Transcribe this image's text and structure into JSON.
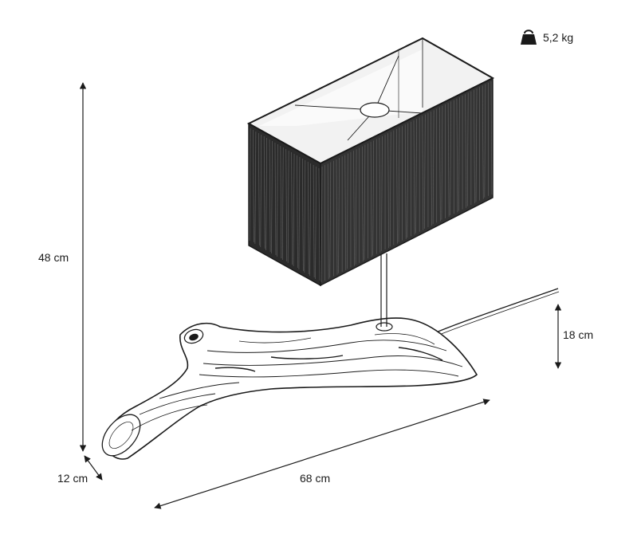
{
  "dimensions": {
    "height": "48 cm",
    "depth": "12 cm",
    "width": "68 cm",
    "base_height": "18 cm"
  },
  "weight": {
    "value": "5,2 kg",
    "icon": "weight-icon"
  },
  "colors": {
    "line": "#1a1a1a",
    "shade": "#2b2b2b",
    "wood": "#ffffff"
  }
}
